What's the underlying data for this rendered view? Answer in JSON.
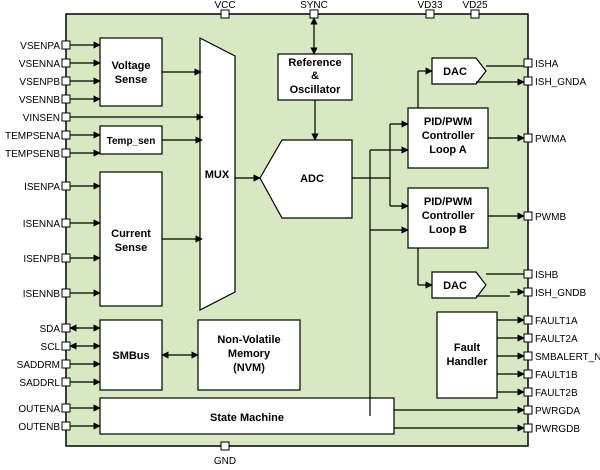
{
  "top_pins": {
    "vcc": "VCC",
    "sync": "SYNC",
    "vd33": "VD33",
    "vd25": "VD25"
  },
  "bottom_pins": {
    "gnd": "GND"
  },
  "left_pins": {
    "vsenpa": "VSENPA",
    "vsenna": "VSENNA",
    "vsenpb": "VSENPB",
    "vsennb": "VSENNB",
    "vinsen": "VINSEN",
    "tempsena": "TEMPSENA",
    "tempsenb": "TEMPSENB",
    "isenpa": "ISENPA",
    "isenna": "ISENNA",
    "isenpb": "ISENPB",
    "isennb": "ISENNB",
    "sda": "SDA",
    "scl": "SCL",
    "saddrm": "SADDRM",
    "saddrl": "SADDRL",
    "outena": "OUTENA",
    "outenb": "OUTENB"
  },
  "right_pins": {
    "isha": "ISHA",
    "ish_gnda": "ISH_GNDA",
    "pwma": "PWMA",
    "pwmb": "PWMB",
    "ishb": "ISHB",
    "ish_gndb": "ISH_GNDB",
    "fault1a": "FAULT1A",
    "fault2a": "FAULT2A",
    "smbalert_n": "SMBALERT_N",
    "fault1b": "FAULT1B",
    "fault2b": "FAULT2B",
    "pwrgda": "PWRGDA",
    "pwrgdb": "PWRGDB"
  },
  "blocks": {
    "voltage_sense": [
      "Voltage",
      "Sense"
    ],
    "temp_sen": "Temp_sen",
    "current_sense": [
      "Current",
      "Sense"
    ],
    "mux": "MUX",
    "reference_oscillator": [
      "Reference",
      "&",
      "Oscillator"
    ],
    "adc": "ADC",
    "dac_a": "DAC",
    "dac_b": "DAC",
    "pid_a": [
      "PID/PWM",
      "Controller",
      "Loop A"
    ],
    "pid_b": [
      "PID/PWM",
      "Controller",
      "Loop B"
    ],
    "smbus": "SMBus",
    "nvm": [
      "Non-Volatile",
      "Memory",
      "(NVM)"
    ],
    "fault_handler": [
      "Fault",
      "Handler"
    ],
    "state_machine": "State Machine"
  },
  "colors": {
    "chip_fill": "#d8e8c0",
    "block_fill": "#ffffff",
    "line": "#000000"
  }
}
